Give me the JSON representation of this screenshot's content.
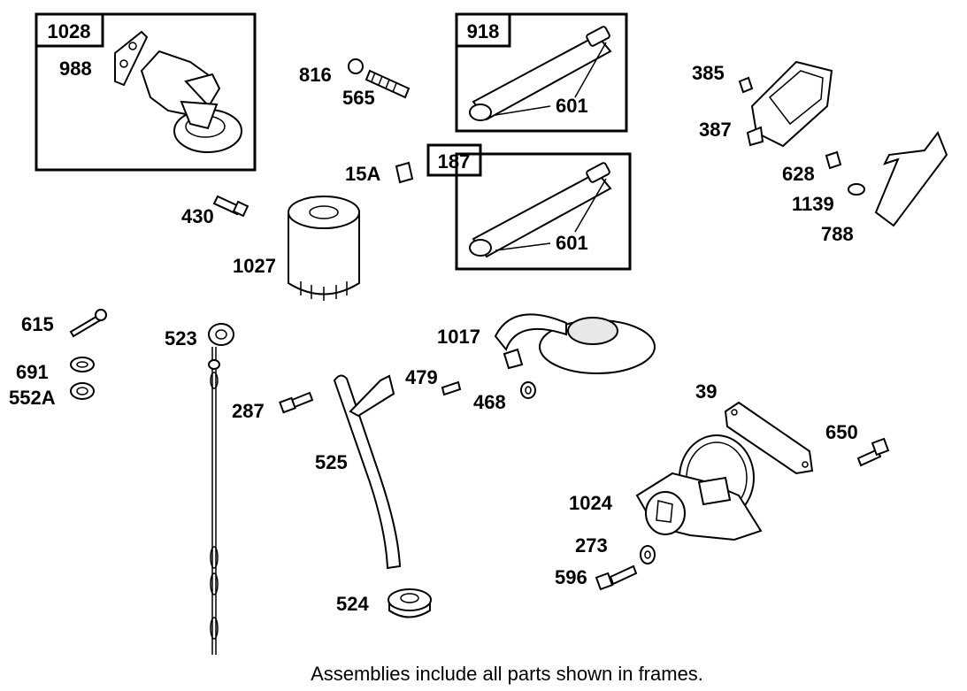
{
  "frames": [
    {
      "id": "1028",
      "label": "1028"
    },
    {
      "id": "918",
      "label": "918"
    },
    {
      "id": "187",
      "label": "187"
    }
  ],
  "labels": {
    "p988": "988",
    "p816": "816",
    "p565": "565",
    "p601a": "601",
    "p601b": "601",
    "p385": "385",
    "p387": "387",
    "p628": "628",
    "p1139": "1139",
    "p788": "788",
    "p15A": "15A",
    "p430": "430",
    "p1027": "1027",
    "p615": "615",
    "p691": "691",
    "p552A": "552A",
    "p523": "523",
    "p287": "287",
    "p525": "525",
    "p479": "479",
    "p468": "468",
    "p1017": "1017",
    "p39": "39",
    "p650": "650",
    "p1024": "1024",
    "p273": "273",
    "p596": "596",
    "p524": "524"
  },
  "caption": "Assemblies include all parts shown in frames."
}
